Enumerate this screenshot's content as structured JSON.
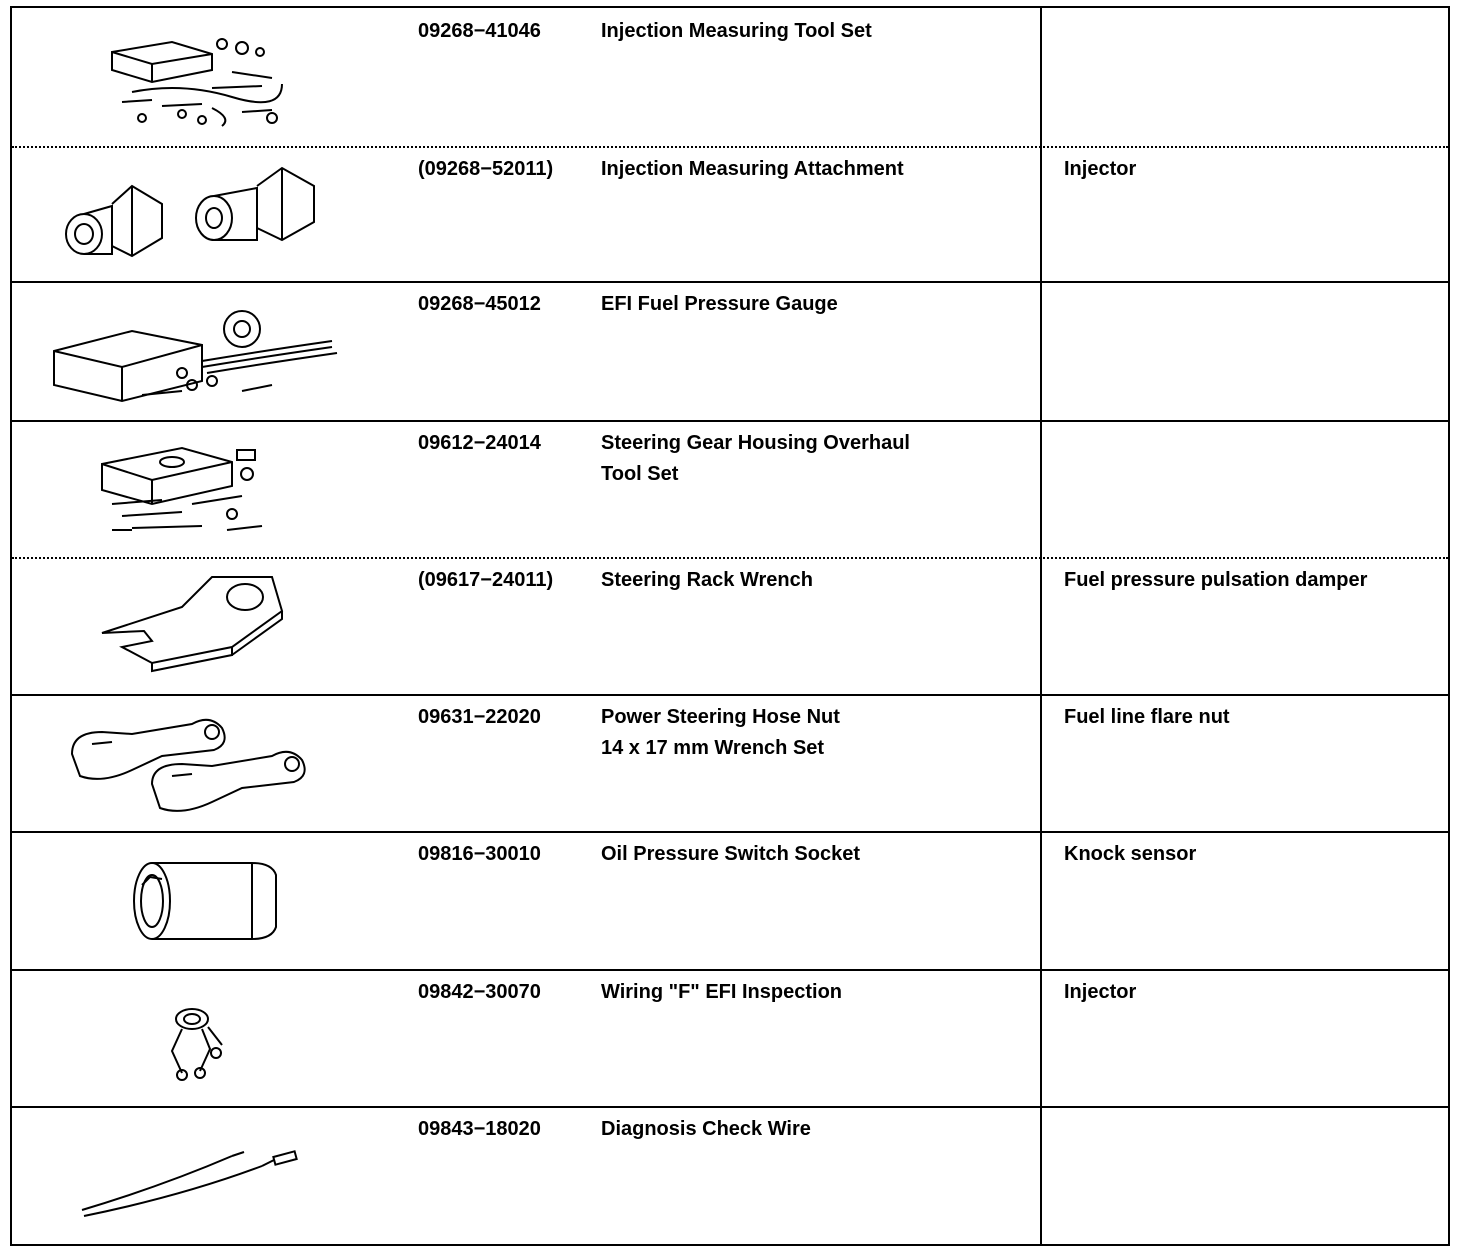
{
  "rows": [
    {
      "part_no": "09268−41046",
      "name": "Injection Measuring Tool Set",
      "note": "",
      "illustration": "injection-measuring-tool-set"
    },
    {
      "part_no": "(09268−52011)",
      "name": "Injection Measuring Attachment",
      "note": "Injector",
      "illustration": "injection-measuring-attachment"
    },
    {
      "part_no": "09268−45012",
      "name": "EFI Fuel Pressure Gauge",
      "note": "",
      "illustration": "efi-fuel-pressure-gauge"
    },
    {
      "part_no": "09612−24014",
      "name": "Steering Gear Housing Overhaul\nTool Set",
      "note": "",
      "illustration": "steering-gear-housing-tool-set"
    },
    {
      "part_no": "(09617−24011)",
      "name": "Steering Rack Wrench",
      "note": "Fuel pressure pulsation damper",
      "illustration": "steering-rack-wrench"
    },
    {
      "part_no": "09631−22020",
      "name": "Power Steering Hose Nut\n14 x 17 mm Wrench Set",
      "note": "Fuel line flare nut",
      "illustration": "hose-nut-wrench-set"
    },
    {
      "part_no": "09816−30010",
      "name": "Oil Pressure Switch Socket",
      "note": "Knock sensor",
      "illustration": "oil-pressure-switch-socket"
    },
    {
      "part_no": "09842−30070",
      "name": "Wiring \"F\" EFI Inspection",
      "note": "Injector",
      "illustration": "wiring-efi-inspection"
    },
    {
      "part_no": "09843−18020",
      "name": "Diagnosis Check Wire",
      "note": "",
      "illustration": "diagnosis-check-wire"
    }
  ]
}
